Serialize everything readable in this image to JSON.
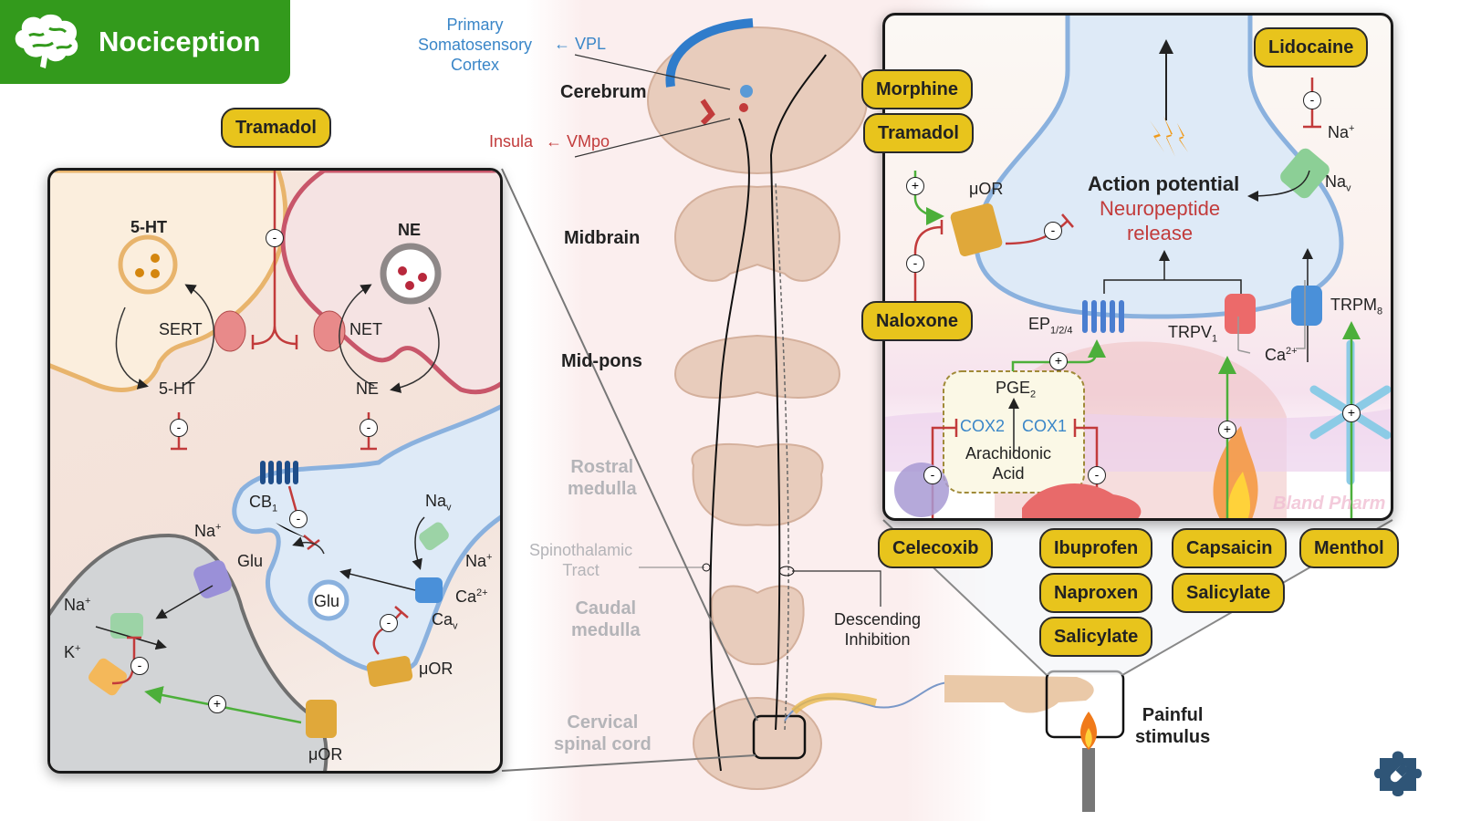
{
  "header": {
    "title": "Nociception",
    "icon": "brain-icon",
    "color": "#339a1c"
  },
  "central": {
    "cortex_label_lines": [
      "Primary",
      "Somatosensory",
      "Cortex"
    ],
    "vpl": "← VPL",
    "insula": "Insula",
    "vmpo": "← VMpo",
    "regions": {
      "cerebrum": "Cerebrum",
      "midbrain": "Midbrain",
      "mid_pons": "Mid-pons",
      "rostral_medulla": "Rostral\nmedulla",
      "caudal_medulla": "Caudal\nmedulla",
      "cervical_spinal_cord": "Cervical\nspinal cord"
    },
    "spinothalamic_tract": "Spinothalamic\nTract",
    "descending_inhibition": "Descending\nInhibition",
    "painful_stimulus": "Painful\nstimulus"
  },
  "left_panel": {
    "drug_tramadol": "Tramadol",
    "ht_title": "5-HT",
    "ne_title": "NE",
    "sert": "SERT",
    "net": "NET",
    "ht_bottom": "5-HT",
    "ne_bottom": "NE",
    "cb1": "CB",
    "cb1_sub": "1",
    "nav": "Na",
    "nav_sub": "v",
    "na_plus_right": "Na",
    "na_plus_left_top": "Na",
    "na_plus_left": "Na",
    "k_plus": "K",
    "plus_sup": "+",
    "glu_receptor": "Glu",
    "glu_vesicle": "Glu",
    "ca2": "Ca",
    "ca2_sup": "2+",
    "cav": "Ca",
    "cav_sub": "v",
    "mor_top": "μOR",
    "mor_bottom": "μOR",
    "minus_sign": "-",
    "plus_sign": "+"
  },
  "right_panel": {
    "drugs": {
      "morphine": "Morphine",
      "tramadol": "Tramadol",
      "naloxone": "Naloxone",
      "lidocaine": "Lidocaine"
    },
    "mor": "μOR",
    "action_potential": "Action potential",
    "neuropeptide_release": "Neuropeptide\nrelease",
    "na_plus": "Na",
    "nav": "Na",
    "nav_sub": "v",
    "ep": "EP",
    "ep_sub": "1/2/4",
    "trpv": "TRPV",
    "trpv_sub": "1",
    "trpm": "TRPM",
    "trpm_sub": "8",
    "ca2": "Ca",
    "ca2_sup": "2+",
    "pge": "PGE",
    "pge_sub": "2",
    "cox2": "COX2",
    "cox1": "COX1",
    "arachidonic_acid": "Arachidonic\nAcid",
    "watermark": "Bland Pharm"
  },
  "bottom_drugs": {
    "celecoxib": "Celecoxib",
    "ibuprofen": "Ibuprofen",
    "naproxen": "Naproxen",
    "salicylate_1": "Salicylate",
    "capsaicin": "Capsaicin",
    "salicylate_2": "Salicylate",
    "menthol": "Menthol"
  },
  "colors": {
    "drug_pill": "#e8c41c",
    "inhibit": "#c23b3b",
    "activate": "#4caf3a",
    "blue_label": "#3a86c8",
    "logo": "#2f5577"
  },
  "logo_icon": "puzzle-pill-icon"
}
